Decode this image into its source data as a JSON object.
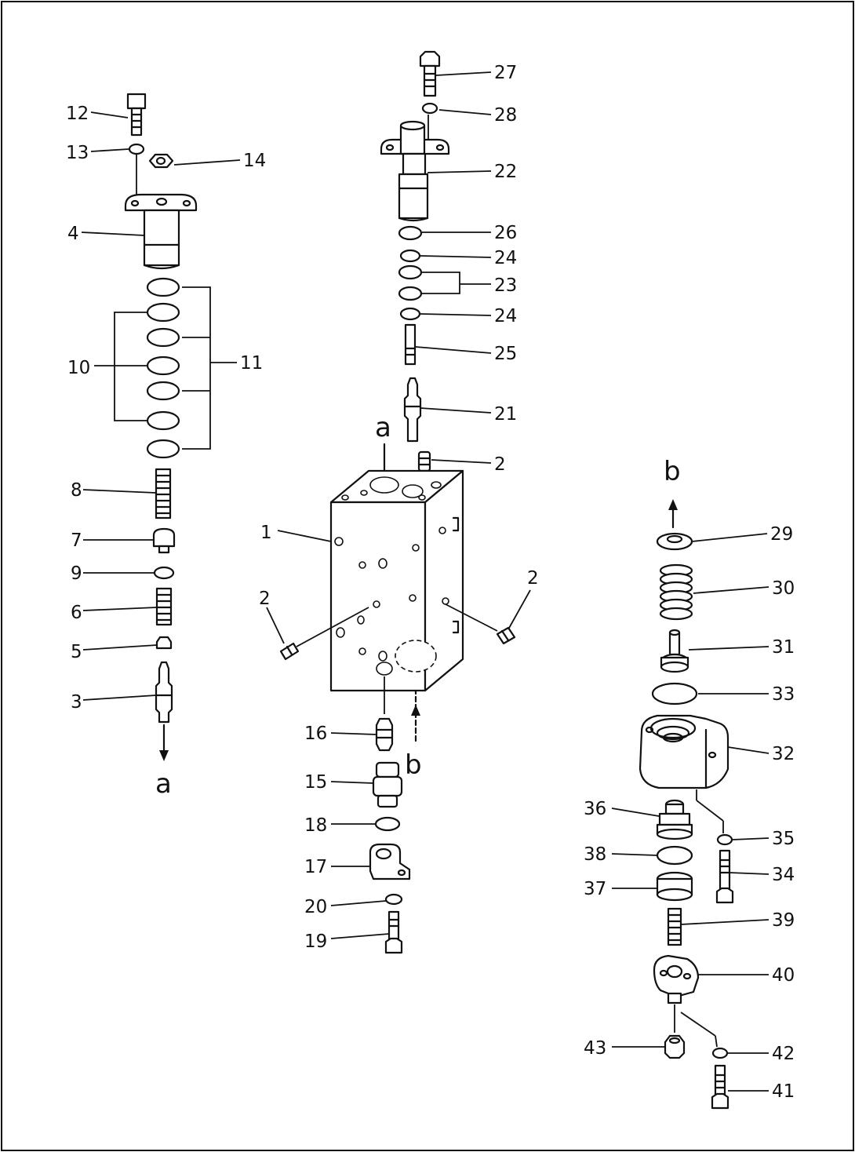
{
  "callouts": [
    "1",
    "2",
    "3",
    "4",
    "5",
    "6",
    "7",
    "8",
    "9",
    "10",
    "11",
    "12",
    "13",
    "14",
    "15",
    "16",
    "17",
    "18",
    "19",
    "20",
    "21",
    "22",
    "23",
    "24",
    "25",
    "26",
    "27",
    "28",
    "29",
    "30",
    "31",
    "32",
    "33",
    "34",
    "35",
    "36",
    "37",
    "38",
    "39",
    "40",
    "41",
    "42",
    "43"
  ],
  "flow_markers": [
    "a",
    "b"
  ],
  "colors": {
    "ink": "#111111",
    "paper": "#ffffff"
  }
}
